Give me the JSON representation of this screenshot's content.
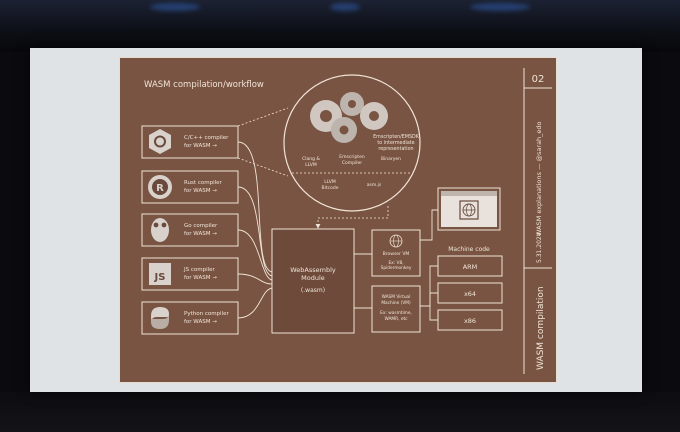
{
  "slide": {
    "title": "WASM compilation/workflow",
    "slide_number": "02",
    "side_credit": "WASM explanations — @sarah_edo",
    "side_date": "5.31.2024",
    "side_section": "WASM compilation",
    "compilers": [
      {
        "line1": "C/C++ compiler",
        "line2": "for WASM →",
        "icon": "c-cpp-logo-icon"
      },
      {
        "line1": "Rust compiler",
        "line2": "for WASM →",
        "icon": "rust-logo-icon"
      },
      {
        "line1": "Go compiler",
        "line2": "for WASM →",
        "icon": "go-gopher-icon"
      },
      {
        "line1": "JS compiler",
        "line2": "for WASM →",
        "icon": "js-logo-icon"
      },
      {
        "line1": "Python compiler",
        "line2": "for WASM →",
        "icon": "python-logo-icon"
      }
    ],
    "toolchain": {
      "caption1": "Emscripten/EMSDK",
      "caption2": "to intermediate",
      "caption3": "representation",
      "clang1": "Clang &",
      "clang2": "LLVM",
      "ems1": "Emscripten",
      "ems2": "Compiler",
      "binaryen": "Binaryen",
      "llvm1": "LLVM",
      "llvm2": "Bitcode",
      "asmjs": "asm.js"
    },
    "module": {
      "line1": "WebAssembly",
      "line2": "Module",
      "line3": "(.wasm)"
    },
    "browser_vm": {
      "line1": "Browser VM",
      "line2": "Ex: V8,",
      "line3": "Spidermonkey"
    },
    "wasm_vm": {
      "line1": "WASM Virtual",
      "line2": "Machine (VM)",
      "line3": "Ex: wasmtime,",
      "line4": "WAMR, etc"
    },
    "machine_code_label": "Machine code",
    "machine_codes": [
      "ARM",
      "x64",
      "x86"
    ]
  },
  "colors": {
    "slide_bg": "#7a5443",
    "line": "#efe4d6",
    "screen": "#dfe3e6"
  }
}
